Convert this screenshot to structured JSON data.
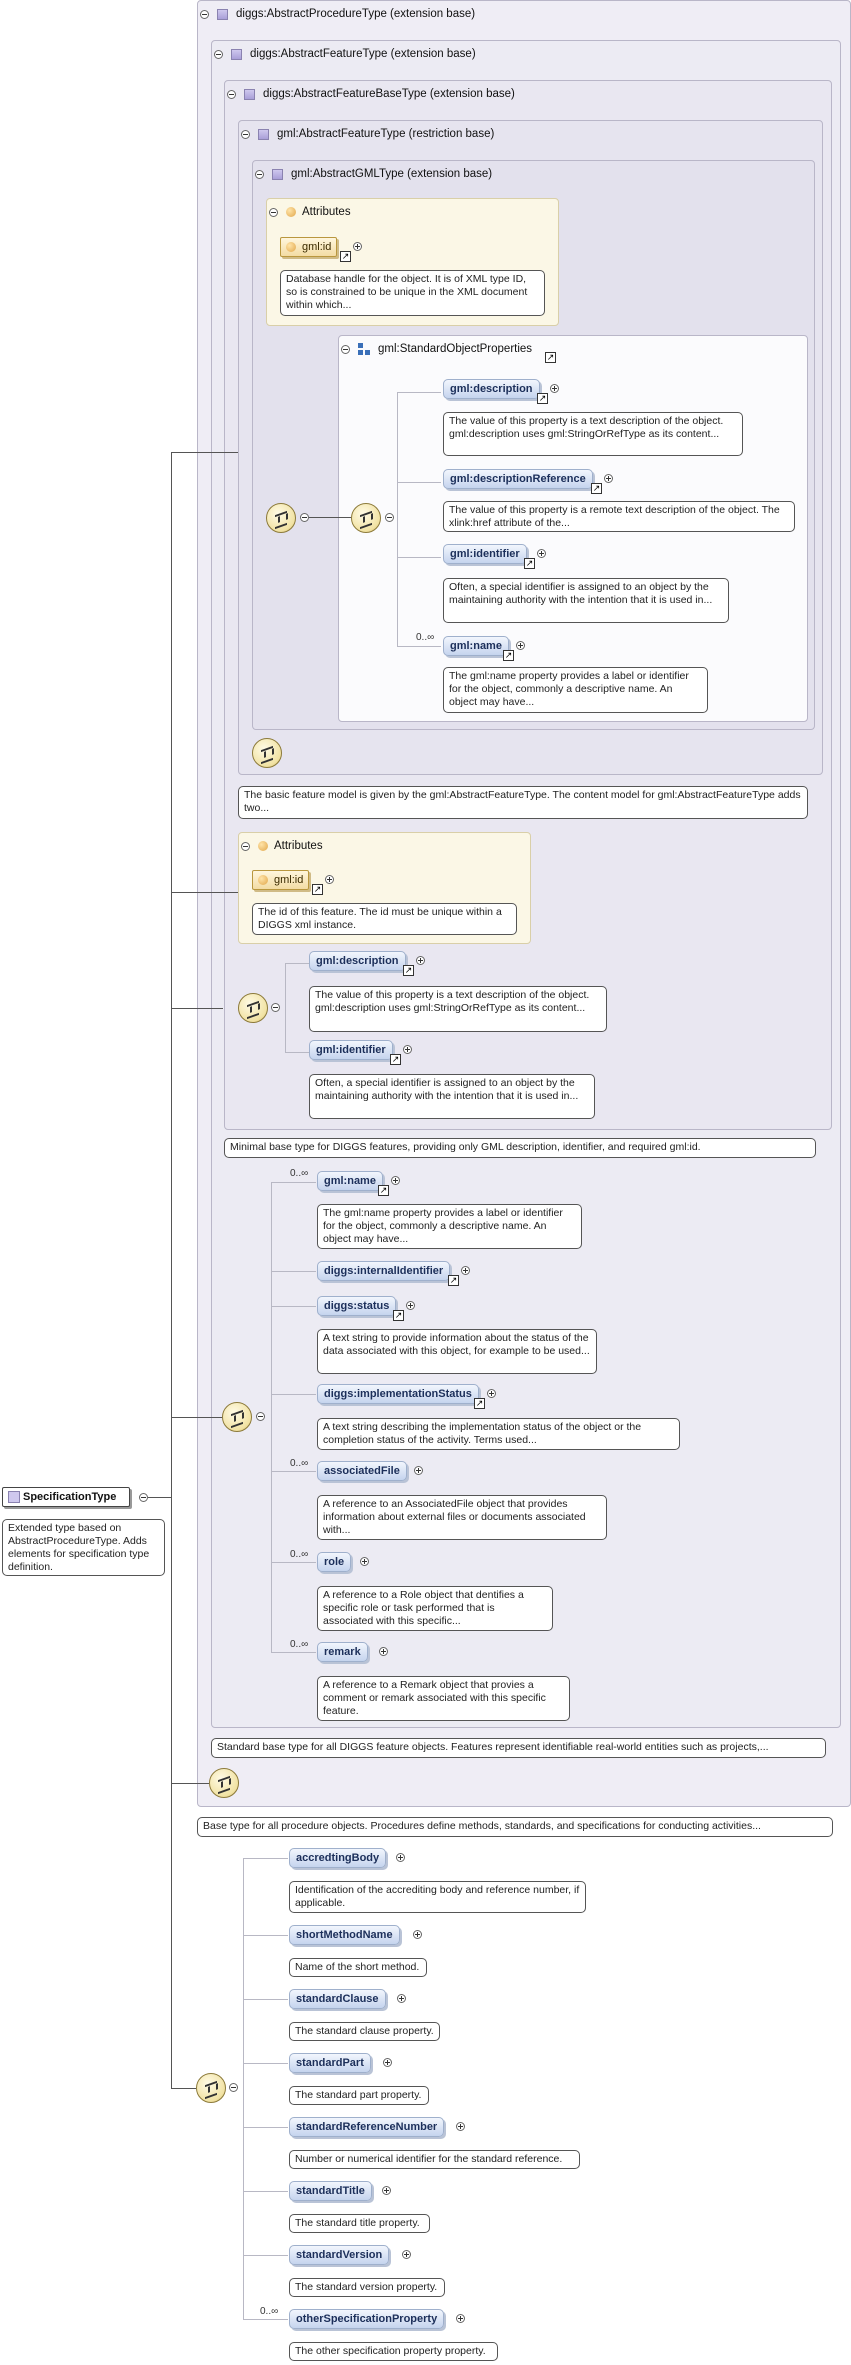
{
  "root": {
    "name": "SpecificationType",
    "doc": "Extended type based on AbstractProcedureType. Adds elements for specification type definition."
  },
  "types": {
    "procedure": "diggs:AbstractProcedureType (extension base)",
    "feature": "diggs:AbstractFeatureType (extension base)",
    "featureBase": "diggs:AbstractFeatureBaseType (extension base)",
    "gmlFeature": "gml:AbstractFeatureType (restriction base)",
    "gmlGML": "gml:AbstractGMLType (extension base)"
  },
  "attributes_label": "Attributes",
  "gml_attr": {
    "name": "gml:id",
    "doc": "Database handle for the object. It is of XML type ID, so is constrained to be unique in the XML document within which..."
  },
  "sop": {
    "title": "gml:StandardObjectProperties",
    "items": [
      {
        "name": "gml:description",
        "doc": "The value of this property is a text description of the object. gml:description uses gml:StringOrRefType as its content..."
      },
      {
        "name": "gml:descriptionReference",
        "doc": "The value of this property is a remote text description of the object. The xlink:href attribute of the..."
      },
      {
        "name": "gml:identifier",
        "doc": "Often, a special identifier is assigned to an object by the maintaining authority with the intention that it is used in..."
      },
      {
        "name": "gml:name",
        "doc": "The gml:name property provides a label or identifier for the object, commonly a descriptive name. An object may have...",
        "card": "0..∞"
      }
    ]
  },
  "gmlFeature_doc": "The basic feature model is given by the gml:AbstractFeatureType. The content model for gml:AbstractFeatureType adds two...",
  "base_attr": {
    "name": "gml:id",
    "doc": "The id of this feature. The id must be unique within a DIGGS xml instance."
  },
  "base_items": [
    {
      "name": "gml:description",
      "doc": "The value of this property is a text description of the object. gml:description uses gml:StringOrRefType as its content..."
    },
    {
      "name": "gml:identifier",
      "doc": "Often, a special identifier is assigned to an object by the maintaining authority with the intention that it is used in..."
    }
  ],
  "featureBase_doc": "Minimal base type for DIGGS features, providing only GML description, identifier, and required gml:id.",
  "feature_items": [
    {
      "name": "gml:name",
      "card": "0..∞",
      "doc": "The gml:name property provides a label or identifier for the object, commonly a descriptive name. An object may have..."
    },
    {
      "name": "diggs:internalIdentifier",
      "doc": ""
    },
    {
      "name": "diggs:status",
      "doc": "A text string to provide information about the status of the data associated with this object, for example to be used..."
    },
    {
      "name": "diggs:implementationStatus",
      "doc": "A text string describing the implementation status of the object or the completion status of the activity. Terms used..."
    },
    {
      "name": "associatedFile",
      "card": "0..∞",
      "doc": "A reference to an AssociatedFile object that provides information about external files or documents associated with..."
    },
    {
      "name": "role",
      "card": "0..∞",
      "doc": "A reference to a Role object that dentifies a specific role or task performed that is associated with this specific..."
    },
    {
      "name": "remark",
      "card": "0..∞",
      "doc": "A reference to a Remark object that provies a comment or remark associated with this specific feature."
    }
  ],
  "feature_doc": "Standard base type for all DIGGS feature objects. Features represent identifiable real-world entities such as projects,...",
  "procedure_doc": "Base type for all procedure objects. Procedures define methods, standards, and specifications for conducting activities...",
  "spec_items": [
    {
      "name": "accredtingBody",
      "doc": "Identification of the accrediting body and reference number, if applicable."
    },
    {
      "name": "shortMethodName",
      "doc": "Name of the short method."
    },
    {
      "name": "standardClause",
      "doc": "The standard clause property."
    },
    {
      "name": "standardPart",
      "doc": "The standard part property."
    },
    {
      "name": "standardReferenceNumber",
      "doc": "Number or numerical identifier for the standard reference."
    },
    {
      "name": "standardTitle",
      "doc": "The standard title property."
    },
    {
      "name": "standardVersion",
      "doc": "The standard version property."
    },
    {
      "name": "otherSpecificationProperty",
      "card": "0..∞",
      "doc": "The other specification property property."
    }
  ],
  "link_glyph": "↗"
}
